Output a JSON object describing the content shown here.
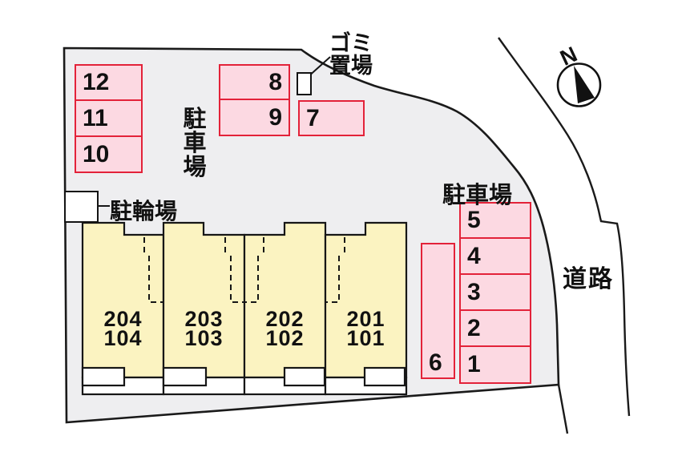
{
  "plan": {
    "labels": {
      "parking_area_top": "駐車場",
      "parking_area_right": "駐車場",
      "bicycle_parking": "駐輪場",
      "garbage_area": "ゴミ置場",
      "road": "道路",
      "north": "N"
    },
    "parking": {
      "spaces": [
        {
          "label": "12"
        },
        {
          "label": "11"
        },
        {
          "label": "10"
        },
        {
          "label": "8"
        },
        {
          "label": "9"
        },
        {
          "label": "7"
        },
        {
          "label": "5"
        },
        {
          "label": "4"
        },
        {
          "label": "3"
        },
        {
          "label": "2"
        },
        {
          "label": "1"
        },
        {
          "label": "6"
        }
      ]
    },
    "building": {
      "units": [
        {
          "upper": "204",
          "lower": "104"
        },
        {
          "upper": "203",
          "lower": "103"
        },
        {
          "upper": "202",
          "lower": "102"
        },
        {
          "upper": "201",
          "lower": "101"
        }
      ]
    },
    "colors": {
      "parking_fill": "#fcd9e2",
      "parking_border": "#e32239",
      "building_fill": "#fbf3c1",
      "site_fill": "#eeeef0",
      "line": "#1a1a1a"
    }
  }
}
